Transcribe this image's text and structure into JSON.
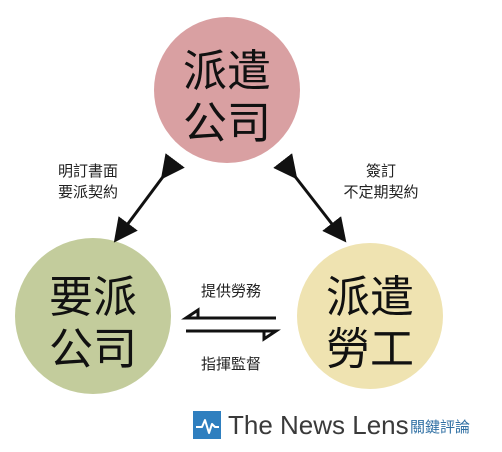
{
  "nodes": {
    "dispatch_company": {
      "line1": "派遣",
      "line2": "公司",
      "color": "#d9a0a2"
    },
    "client_company": {
      "line1": "要派",
      "line2": "公司",
      "color": "#c3cc9c"
    },
    "dispatched_worker": {
      "line1": "派遣",
      "line2": "勞工",
      "color": "#efe3b1"
    }
  },
  "edges": {
    "dispatch_client": {
      "line1": "明訂書面",
      "line2": "要派契約"
    },
    "dispatch_worker": {
      "line1": "簽訂",
      "line2": "不定期契約"
    },
    "worker_to_client": {
      "label": "提供勞務"
    },
    "client_to_worker": {
      "label": "指揮監督"
    }
  },
  "brand": {
    "name": "The News Lens",
    "name_cn": "關鍵評論",
    "color": "#2f7fbf"
  }
}
